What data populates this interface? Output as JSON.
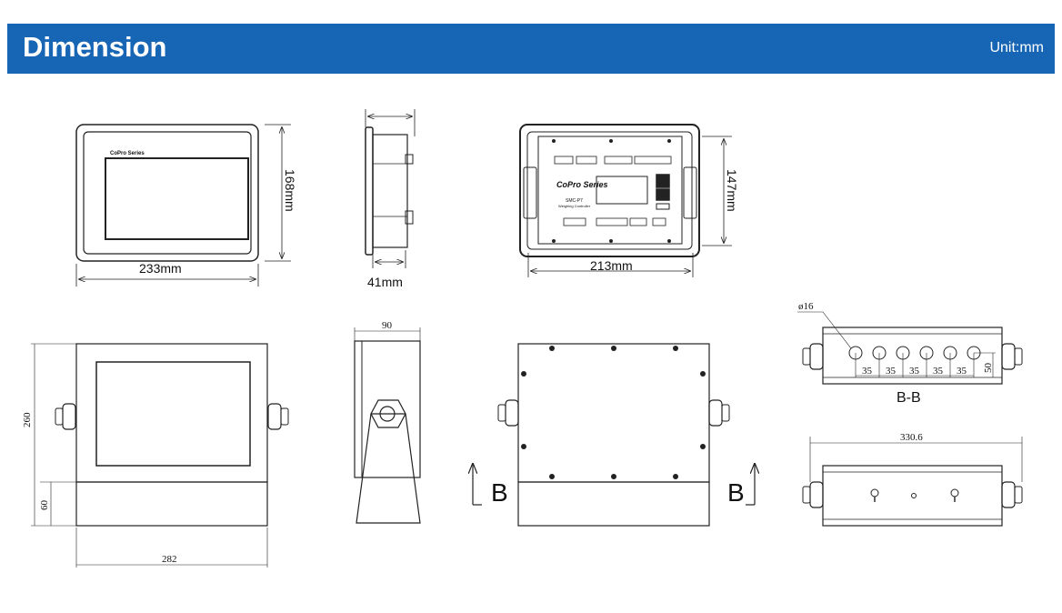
{
  "header": {
    "title": "Dimension",
    "unit": "Unit:mm"
  },
  "views": {
    "front": {
      "width": "233mm",
      "height": "168mm",
      "brand": "CoPro Series"
    },
    "side": {
      "depth": "41mm"
    },
    "back": {
      "width": "213mm",
      "height": "147mm",
      "brand": "CoPro Series",
      "model": "SMC-P7",
      "subtitle": "Weighing Controller"
    },
    "bracket_front": {
      "height": "260",
      "base": "60",
      "width": "282"
    },
    "bracket_side": {
      "depth": "90"
    },
    "bracket_back": {
      "section_left": "B",
      "section_right": "B"
    },
    "section_bb": {
      "hole_dia": "ø16",
      "spacings": [
        "35",
        "35",
        "35",
        "35",
        "35"
      ],
      "height": "50",
      "label": "B-B"
    },
    "bottom": {
      "length": "330.6"
    }
  },
  "colors": {
    "header": "#1765b5",
    "line": "#222222"
  }
}
